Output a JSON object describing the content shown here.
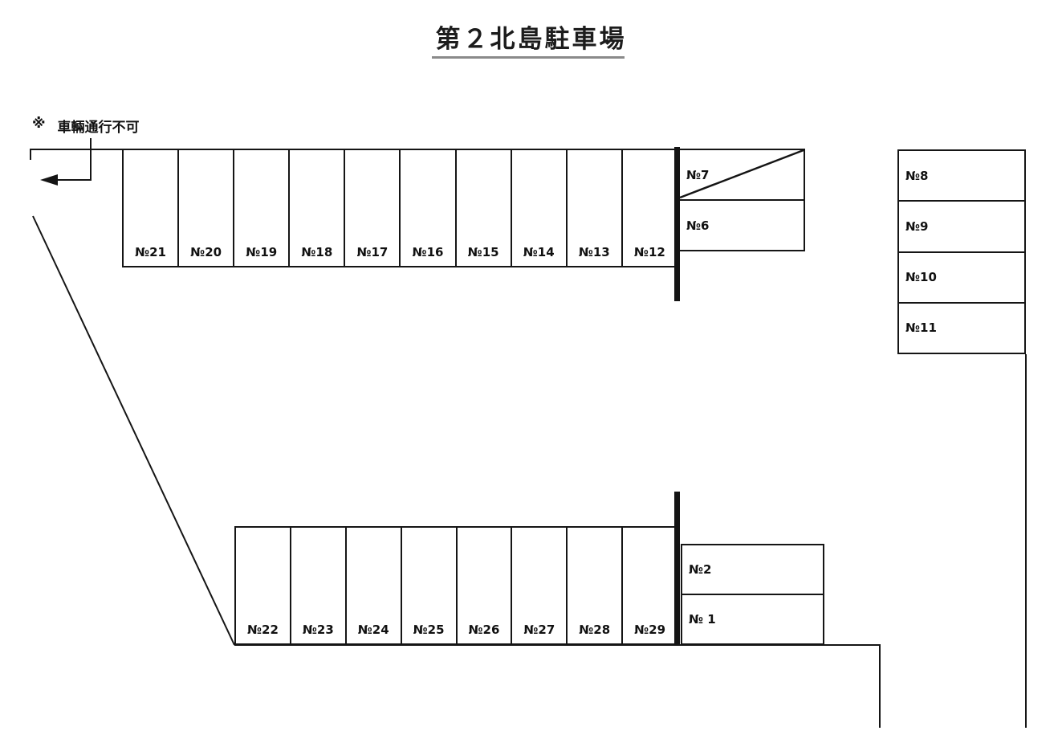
{
  "title": "第２北島駐車場",
  "note": {
    "marker": "※",
    "text": "車輛通行不可"
  },
  "colors": {
    "background": "#ffffff",
    "line": "#151515",
    "barrier": "#141414",
    "title_underline": "#8a8a8a"
  },
  "spaces": {
    "top_row": [
      {
        "label": "№21"
      },
      {
        "label": "№20"
      },
      {
        "label": "№19"
      },
      {
        "label": "№18"
      },
      {
        "label": "№17"
      },
      {
        "label": "№16"
      },
      {
        "label": "№15"
      },
      {
        "label": "№14"
      },
      {
        "label": "№13"
      },
      {
        "label": "№12"
      }
    ],
    "upper_right": [
      {
        "label": "№7",
        "crossed_out": true
      },
      {
        "label": "№6",
        "crossed_out": false
      }
    ],
    "right_column": [
      {
        "label": "№8"
      },
      {
        "label": "№9"
      },
      {
        "label": "№10"
      },
      {
        "label": "№11"
      }
    ],
    "bottom_row": [
      {
        "label": "№22"
      },
      {
        "label": "№23"
      },
      {
        "label": "№24"
      },
      {
        "label": "№25"
      },
      {
        "label": "№26"
      },
      {
        "label": "№27"
      },
      {
        "label": "№28"
      },
      {
        "label": "№29"
      }
    ],
    "lower_right": [
      {
        "label": "№2"
      },
      {
        "label": "№ 1"
      }
    ]
  }
}
